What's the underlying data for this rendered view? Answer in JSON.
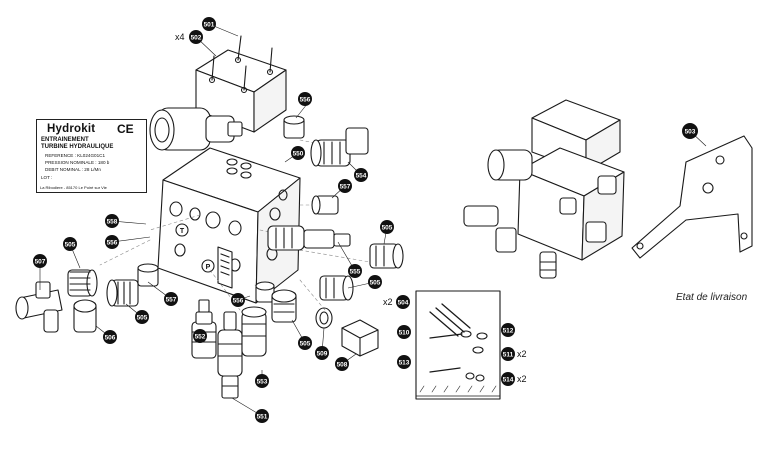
{
  "plate": {
    "brand": "Hydrokit",
    "ce_mark": "CE",
    "line1": "ENTRAINEMENT",
    "line2": "TURBINE HYDRAULIQUE",
    "reference": "REFERENCE : KL024G01C1",
    "pressure": "PRESSION NOMINALE : 180 b",
    "flow": "DEBIT NOMINAL : 28 L/Mn",
    "lot": "LOT :",
    "address": "La Ribodiere - 85170 Le Poiré sur Vie"
  },
  "block_labels": {
    "t_port": "T",
    "p_port": "P"
  },
  "caption": "Etat de livraison",
  "callouts": {
    "c501": "501",
    "c502": "502",
    "c503": "503",
    "c504": "504",
    "c505": "505",
    "c506": "506",
    "c507": "507",
    "c508": "508",
    "c509": "509",
    "c510": "510",
    "c511": "511",
    "c512": "512",
    "c513": "513",
    "c514": "514",
    "c550": "550",
    "c551": "551",
    "c552": "552",
    "c553": "553",
    "c554": "554",
    "c555": "555",
    "c556": "556",
    "c557": "557"
  },
  "quantities": {
    "q502": "x4",
    "q504": "x2",
    "q511": "x2",
    "q514": "x2"
  }
}
